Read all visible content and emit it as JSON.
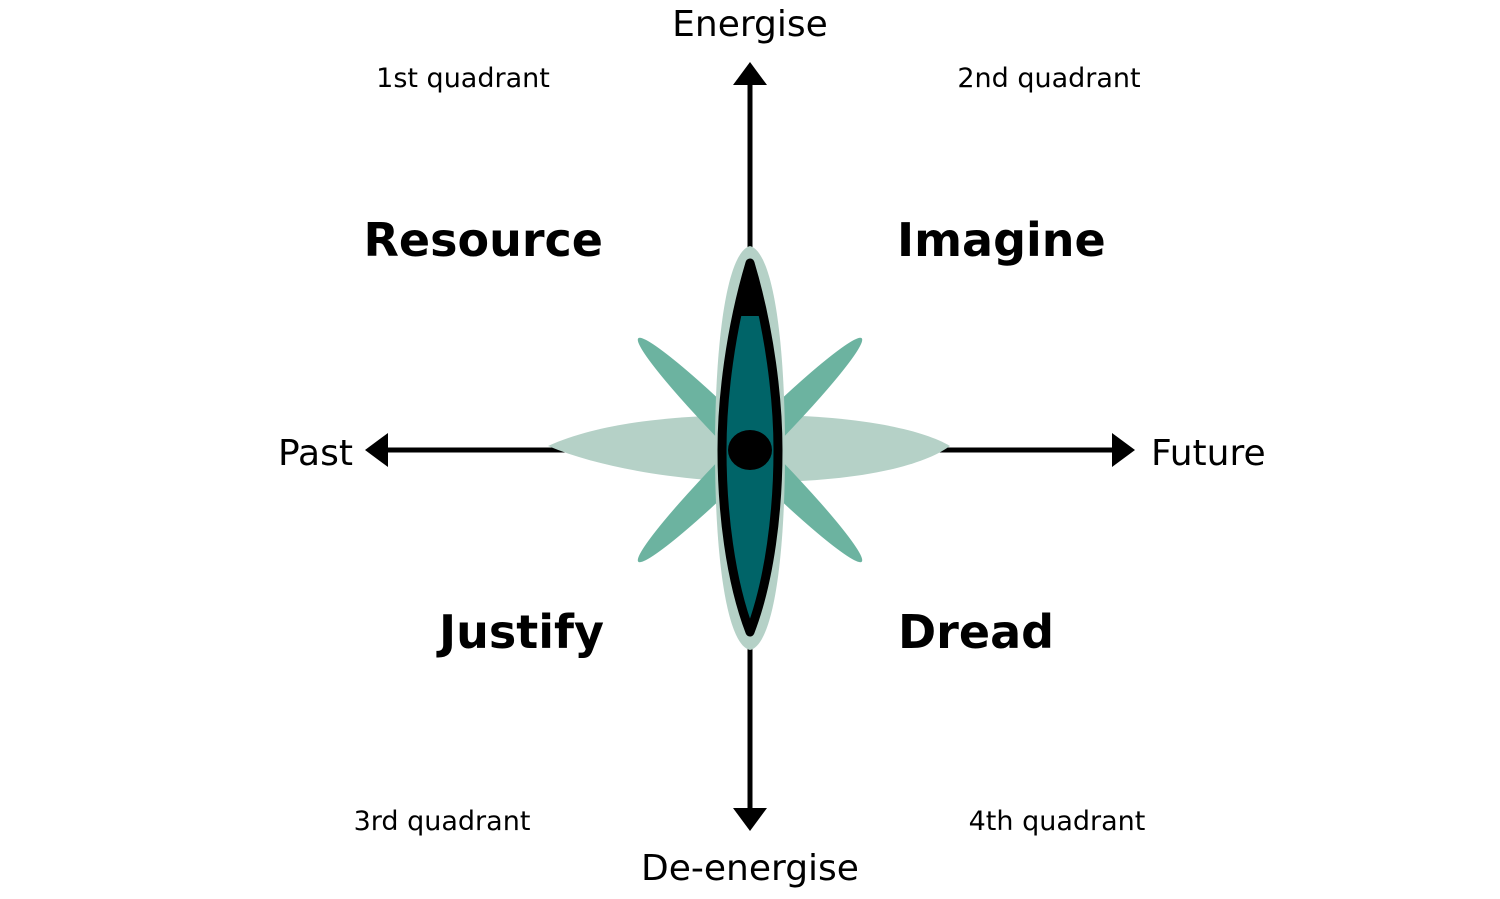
{
  "axes": {
    "top": "Energise",
    "bottom": "De-energise",
    "left": "Past",
    "right": "Future"
  },
  "quadrant_labels": {
    "q1": "1st quadrant",
    "q2": "2nd quadrant",
    "q3": "3rd quadrant",
    "q4": "4th quadrant"
  },
  "quadrant_titles": {
    "resource": "Resource",
    "imagine": "Imagine",
    "justify": "Justify",
    "dread": "Dread"
  },
  "colors": {
    "axis": "#000000",
    "horizontal_petal": "#b5d1c7",
    "diagonal_petal": "#6cb3a0",
    "vertical_halo": "#b5d1c7",
    "vertical_fill": "#006468",
    "outline": "#000000"
  }
}
